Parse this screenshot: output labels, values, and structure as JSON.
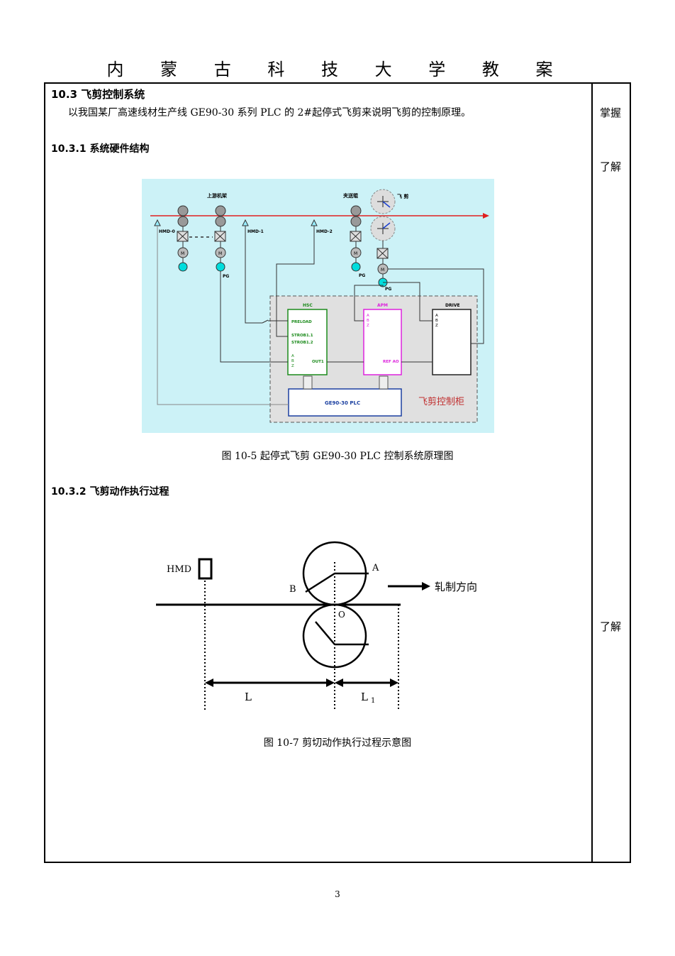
{
  "header": {
    "title": "内 蒙 古 科 技 大 学 教 案"
  },
  "section": {
    "heading": "10.3 飞剪控制系统",
    "intro": "以我国某厂高速线材生产线 GE90-30 系列 PLC 的 2#起停式飞剪来说明飞剪的控制原理。"
  },
  "subsection1": {
    "heading": "10.3.1 系统硬件结构"
  },
  "subsection2": {
    "heading": "10.3.2 飞剪动作执行过程"
  },
  "side_notes": {
    "note1": "掌握",
    "note2": "了解",
    "note3": "了解"
  },
  "figure1": {
    "caption": "图 10-5 起停式飞剪 GE90-30 PLC 控制系统原理图",
    "labels": {
      "upstream": "上游机架",
      "pinch_roll": "夹送辊",
      "shear": "飞 剪",
      "hmd0": "HMD-0",
      "hmd1": "HMD-1",
      "hmd2": "HMD-2",
      "pg": "PG",
      "motor": "M",
      "hsc": "HSC",
      "preload": "PRELOAD",
      "strob1": "STROB1.1",
      "strob2": "STROB1.2",
      "a": "A",
      "b": "B",
      "z": "Z",
      "out1": "OUT1",
      "apm": "APM",
      "ref_ao": "REF AO",
      "drive": "DRIVE",
      "plc": "GE90-30 PLC",
      "cabinet": "飞剪控制柜"
    }
  },
  "figure2": {
    "caption": "图 10-7 剪切动作执行过程示意图",
    "labels": {
      "hmd": "HMD",
      "a": "A",
      "b": "B",
      "o": "O",
      "direction": "轧制方向",
      "l": "L",
      "l1": "L",
      "l1_sub": "1"
    }
  },
  "footer": {
    "page_number": "3"
  }
}
